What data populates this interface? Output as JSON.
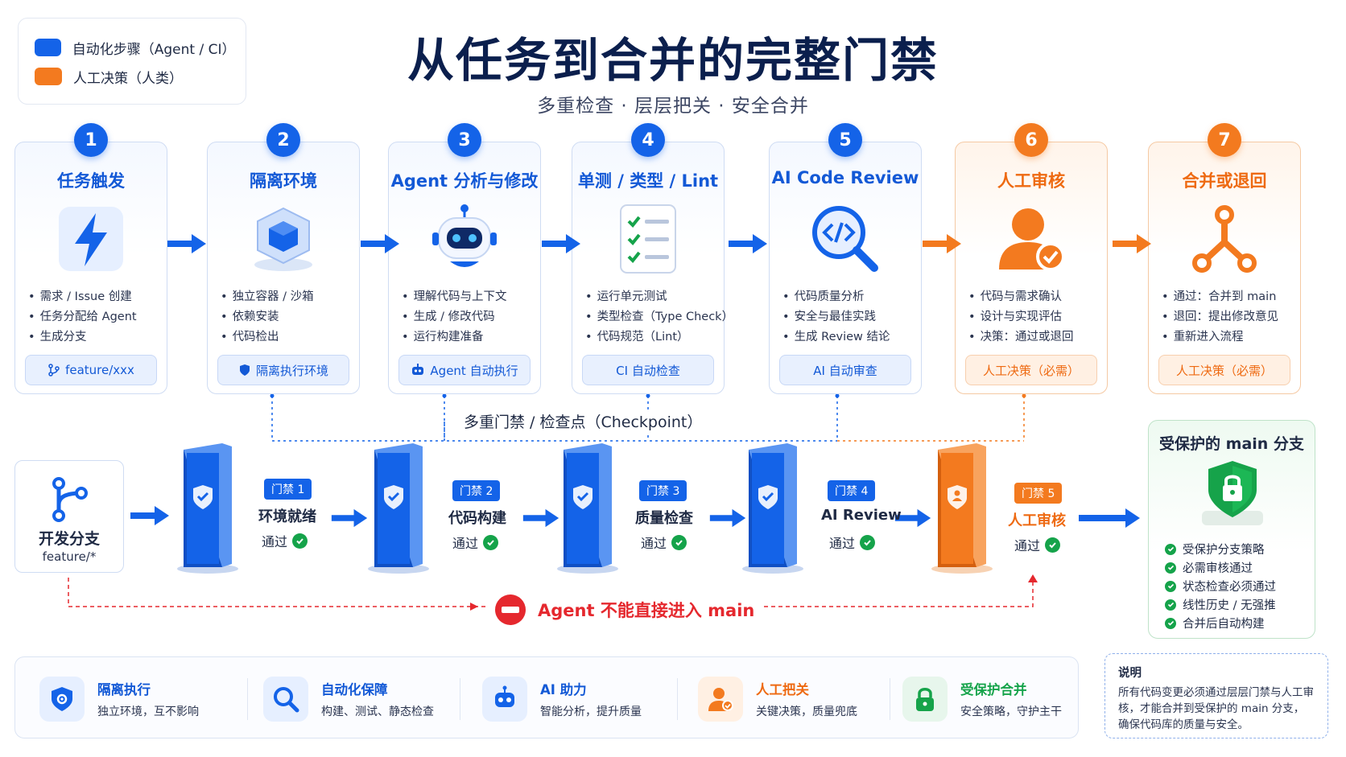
{
  "legend": {
    "items": [
      {
        "label": "自动化步骤（Agent / CI）",
        "color": "#1463e8"
      },
      {
        "label": "人工决策（人类）",
        "color": "#f37a1f"
      }
    ]
  },
  "title": "从任务到合并的完整门禁",
  "subtitle": "多重检查 · 层层把关 · 安全合并",
  "steps": [
    {
      "num": "1",
      "title": "任务触发",
      "icon": "lightning-icon",
      "bullets": [
        "需求 / Issue 创建",
        "任务分配给 Agent",
        "生成分支"
      ],
      "tag": "feature/xxx",
      "kind": "auto"
    },
    {
      "num": "2",
      "title": "隔离环境",
      "icon": "cube-sandbox-icon",
      "bullets": [
        "独立容器 / 沙箱",
        "依赖安装",
        "代码检出"
      ],
      "tag": "隔离执行环境",
      "kind": "auto"
    },
    {
      "num": "3",
      "title": "Agent 分析与修改",
      "icon": "robot-icon",
      "bullets": [
        "理解代码与上下文",
        "生成 / 修改代码",
        "运行构建准备"
      ],
      "tag": "Agent 自动执行",
      "kind": "auto"
    },
    {
      "num": "4",
      "title": "单测 / 类型 / Lint",
      "icon": "checklist-icon",
      "bullets": [
        "运行单元测试",
        "类型检查（Type Check）",
        "代码规范（Lint）"
      ],
      "tag": "CI 自动检查",
      "kind": "auto"
    },
    {
      "num": "5",
      "title": "AI Code Review",
      "icon": "code-magnifier-icon",
      "bullets": [
        "代码质量分析",
        "安全与最佳实践",
        "生成 Review 结论"
      ],
      "tag": "AI 自动审查",
      "kind": "auto"
    },
    {
      "num": "6",
      "title": "人工审核",
      "icon": "reviewer-person-icon",
      "bullets": [
        "代码与需求确认",
        "设计与实现评估",
        "决策：通过或退回"
      ],
      "tag": "人工决策（必需）",
      "kind": "human"
    },
    {
      "num": "7",
      "title": "合并或退回",
      "icon": "merge-fork-icon",
      "bullets": [
        "通过：合并到 main",
        "退回：提出修改意见",
        "重新进入流程"
      ],
      "tag": "人工决策（必需）",
      "kind": "human"
    }
  ],
  "checkpoint_label": "多重门禁 / 检查点（Checkpoint）",
  "dev_branch": {
    "title": "开发分支",
    "subtitle": "feature/*"
  },
  "gates": [
    {
      "badge": "门禁 1",
      "name": "环境就绪",
      "status": "通过",
      "kind": "auto"
    },
    {
      "badge": "门禁 2",
      "name": "代码构建",
      "status": "通过",
      "kind": "auto"
    },
    {
      "badge": "门禁 3",
      "name": "质量检查",
      "status": "通过",
      "kind": "auto"
    },
    {
      "badge": "门禁 4",
      "name": "AI Review",
      "status": "通过",
      "kind": "auto"
    },
    {
      "badge": "门禁 5",
      "name": "人工审核",
      "status": "通过",
      "kind": "human"
    }
  ],
  "warning": "Agent 不能直接进入 main",
  "protected_branch": {
    "title": "受保护的 main 分支",
    "items": [
      "受保护分支策略",
      "必需审核通过",
      "状态检查必须通过",
      "线性历史 / 无强推",
      "合并后自动构建"
    ]
  },
  "features": [
    {
      "title": "隔离执行",
      "desc": "独立环境，互不影响",
      "icon": "shield-gear-icon",
      "kind": "blue"
    },
    {
      "title": "自动化保障",
      "desc": "构建、测试、静态检查",
      "icon": "magnifier-icon",
      "kind": "blue"
    },
    {
      "title": "AI 助力",
      "desc": "智能分析，提升质量",
      "icon": "robot-icon",
      "kind": "blue"
    },
    {
      "title": "人工把关",
      "desc": "关键决策，质量兜底",
      "icon": "person-check-icon",
      "kind": "orange"
    },
    {
      "title": "受保护合并",
      "desc": "安全策略，守护主干",
      "icon": "padlock-icon",
      "kind": "green"
    }
  ],
  "note": {
    "title": "说明",
    "text": "所有代码变更必须通过层层门禁与人工审核，才能合并到受保护的 main 分支，确保代码库的质量与安全。"
  },
  "colors": {
    "auto": "#1463e8",
    "human": "#f37a1f",
    "safe": "#15a34a",
    "danger": "#e5282e"
  }
}
